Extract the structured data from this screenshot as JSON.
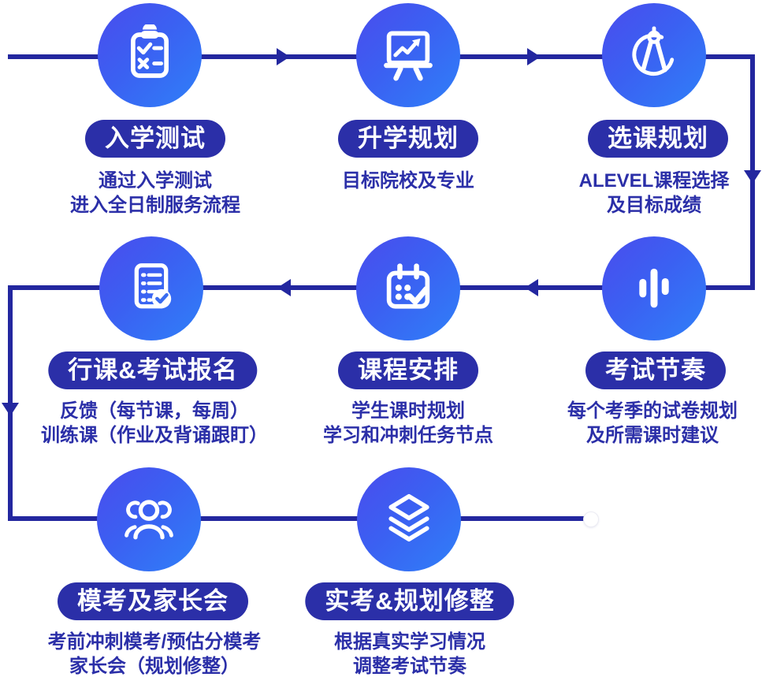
{
  "figure": {
    "type": "process-flow",
    "description_visible_language": "zh-CN"
  },
  "palette": {
    "node_gradient_start": "#4a4ced",
    "node_gradient_end": "#2f80f8",
    "pill_bg": "#2b2fa8",
    "pill_text": "#ffffff",
    "desc_text": "#2b2fa8",
    "connector": "#23279f",
    "end_dot": "#ffffff"
  },
  "flow": {
    "direction": "snake: row1 left-to-right, down, row2 right-to-left, down, row3 left-to-right",
    "end_marker": "white-dot"
  },
  "steps": [
    {
      "icon": "clipboard-checklist-icon",
      "title": "入学测试",
      "desc_lines": [
        "通过入学测试",
        "进入全日制服务流程"
      ]
    },
    {
      "icon": "presentation-chart-icon",
      "title": "升学规划",
      "desc_lines": [
        "目标院校及专业"
      ]
    },
    {
      "icon": "drafting-compass-icon",
      "title": "选课规划",
      "desc_lines": [
        "ALEVEL课程选择",
        "及目标成绩"
      ]
    },
    {
      "icon": "waveform-icon",
      "title": "考试节奏",
      "desc_lines": [
        "每个考季的试卷规划",
        "及所需课时建议"
      ]
    },
    {
      "icon": "calendar-check-icon",
      "title": "课程安排",
      "desc_lines": [
        "学生课时规划",
        "学习和冲刺任务节点"
      ]
    },
    {
      "icon": "document-check-icon",
      "title": "行课&考试报名",
      "desc_lines": [
        "反馈（每节课，每周）",
        "训练课（作业及背诵跟盯）"
      ]
    },
    {
      "icon": "people-group-icon",
      "title": "模考及家长会",
      "desc_lines": [
        "考前冲刺模考/预估分模考",
        "家长会（规划修整）"
      ]
    },
    {
      "icon": "layers-icon",
      "title": "实考&规划修整",
      "desc_lines": [
        "根据真实学习情况",
        "调整考试节奏"
      ]
    }
  ]
}
